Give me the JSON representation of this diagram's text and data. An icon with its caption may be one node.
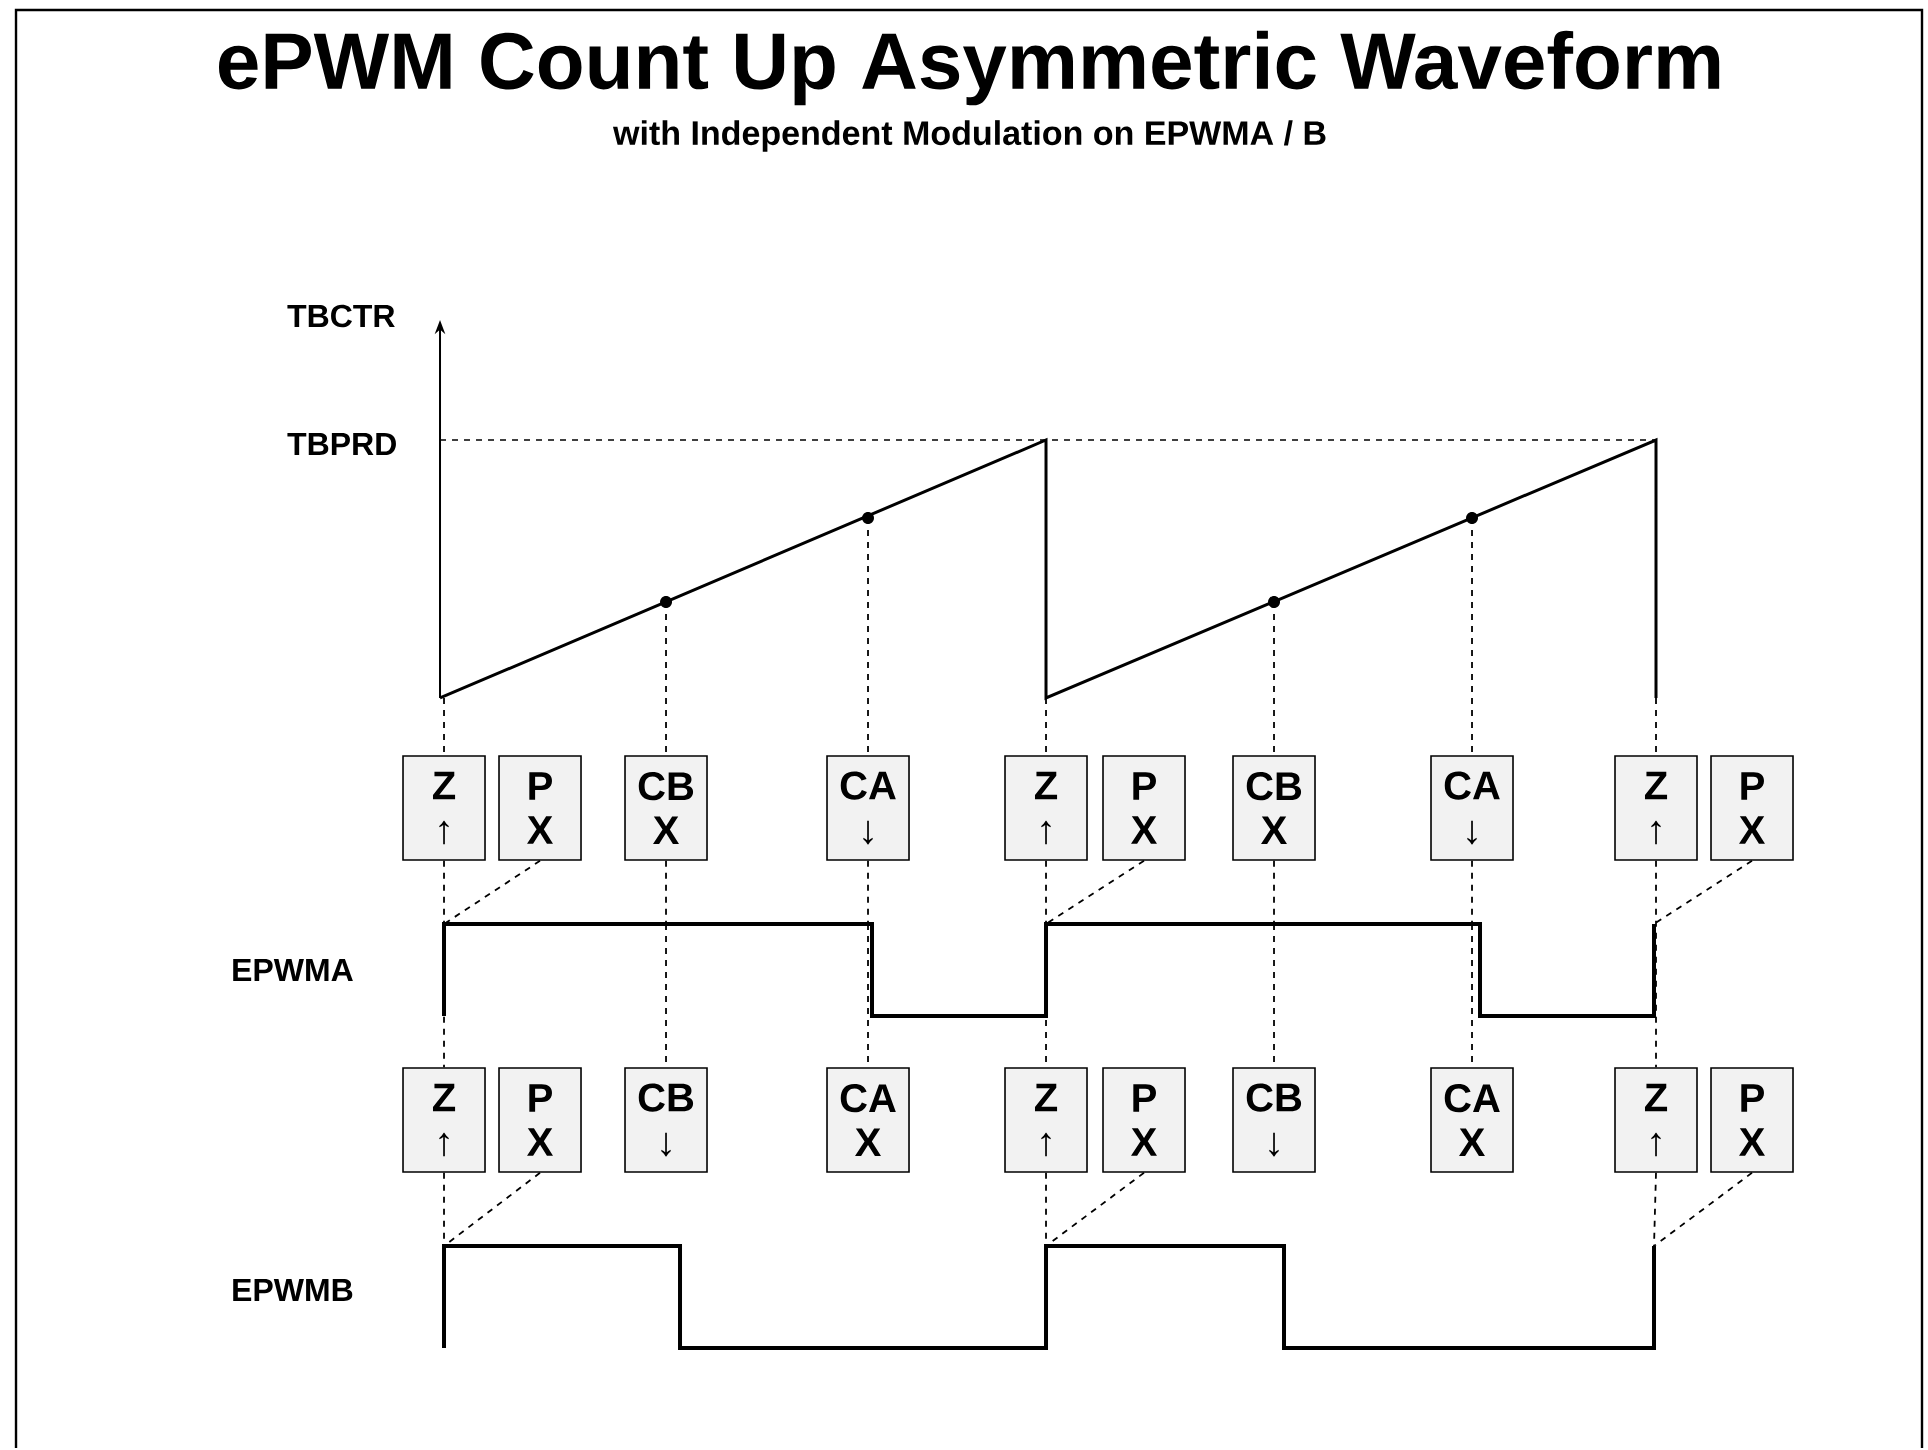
{
  "diagram": {
    "title": "ePWM Count Up Asymmetric Waveform",
    "caption": "with Independent Modulation on EPWMA / B",
    "nodes": [
      {
        "text": [],
        "shape": "line"
      },
      {
        "text": [
          "Z",
          "↑"
        ]
      },
      {
        "text": [
          "P",
          "X"
        ]
      },
      {
        "text": [
          "CB",
          "X"
        ]
      },
      {
        "text": [
          "CA",
          "↓"
        ]
      },
      {
        "text": [
          "Z",
          "↑"
        ]
      },
      {
        "text": [
          "P",
          "X"
        ]
      },
      {
        "text": [
          "CB",
          "X"
        ]
      },
      {
        "text": [
          "CA",
          "↓"
        ]
      },
      {
        "text": [
          "Z",
          "↑"
        ]
      },
      {
        "text": [
          "P",
          "X"
        ]
      },
      {
        "text": [],
        "shape": "line"
      },
      {
        "text": [
          "Z",
          "↑"
        ]
      },
      {
        "text": [
          "P",
          "X"
        ]
      },
      {
        "text": [
          "CB",
          "↓"
        ]
      },
      {
        "text": [
          "CA",
          "X"
        ]
      },
      {
        "text": [
          "Z",
          "↑"
        ]
      },
      {
        "text": [
          "P",
          "X"
        ]
      },
      {
        "text": [
          "CB",
          "↓"
        ]
      },
      {
        "text": [
          "CA",
          "X"
        ]
      },
      {
        "text": [
          "Z",
          "↑"
        ]
      },
      {
        "text": [
          "P",
          "X"
        ]
      },
      {
        "text": [],
        "shape": "line"
      }
    ],
    "edges": [
      {
        "from": 0,
        "to": 1,
        "arrow": "none",
        "style": "dashed"
      },
      {
        "from": 1,
        "to": 12,
        "arrow": "none",
        "style": "dashed"
      },
      {
        "from": 12,
        "to": 22,
        "arrow": "none",
        "style": "dashed"
      },
      {
        "from": 0,
        "to": 3,
        "arrow": "none",
        "style": "dashed"
      },
      {
        "from": 3,
        "to": 11,
        "arrow": "none",
        "style": "dashed"
      },
      {
        "from": 11,
        "to": 14,
        "arrow": "none",
        "style": "dashed"
      },
      {
        "from": 0,
        "to": 4,
        "arrow": "none",
        "style": "dashed"
      },
      {
        "from": 4,
        "to": 11,
        "arrow": "none",
        "style": "dashed"
      },
      {
        "from": 11,
        "to": 15,
        "arrow": "none",
        "style": "dashed"
      },
      {
        "from": 0,
        "to": 5,
        "arrow": "none",
        "style": "dashed"
      },
      {
        "from": 5,
        "to": 11,
        "arrow": "none",
        "style": "dashed"
      },
      {
        "from": 11,
        "to": 16,
        "arrow": "none",
        "style": "dashed"
      },
      {
        "from": 16,
        "to": 22,
        "arrow": "none",
        "style": "dashed"
      },
      {
        "from": 0,
        "to": 7,
        "arrow": "none",
        "style": "dashed"
      },
      {
        "from": 7,
        "to": 11,
        "arrow": "none",
        "style": "dashed"
      },
      {
        "from": 11,
        "to": 18,
        "arrow": "none",
        "style": "dashed"
      },
      {
        "from": 0,
        "to": 8,
        "arrow": "none",
        "style": "dashed"
      },
      {
        "from": 8,
        "to": 11,
        "arrow": "none",
        "style": "dashed"
      },
      {
        "from": 11,
        "to": 19,
        "arrow": "none",
        "style": "dashed"
      },
      {
        "from": 0,
        "to": 9,
        "arrow": "none",
        "style": "dashed"
      },
      {
        "from": 9,
        "to": 20,
        "arrow": "none",
        "style": "dashed"
      },
      {
        "from": 20,
        "to": 22,
        "arrow": "none",
        "style": "dashed"
      },
      {
        "from": 2,
        "to": 11,
        "arrow": "none",
        "style": "dashed"
      },
      {
        "from": 6,
        "to": 11,
        "arrow": "none",
        "style": "dashed"
      },
      {
        "from": 10,
        "to": 11,
        "arrow": "none",
        "style": "dashed"
      },
      {
        "from": 13,
        "to": 22,
        "arrow": "none",
        "style": "dashed"
      },
      {
        "from": 17,
        "to": 22,
        "arrow": "none",
        "style": "dashed"
      },
      {
        "from": 21,
        "to": 22,
        "arrow": "none",
        "style": "dashed"
      }
    ],
    "labels": [
      "TBCTR",
      "TBPRD",
      "EPWMA",
      "EPWMB"
    ]
  }
}
